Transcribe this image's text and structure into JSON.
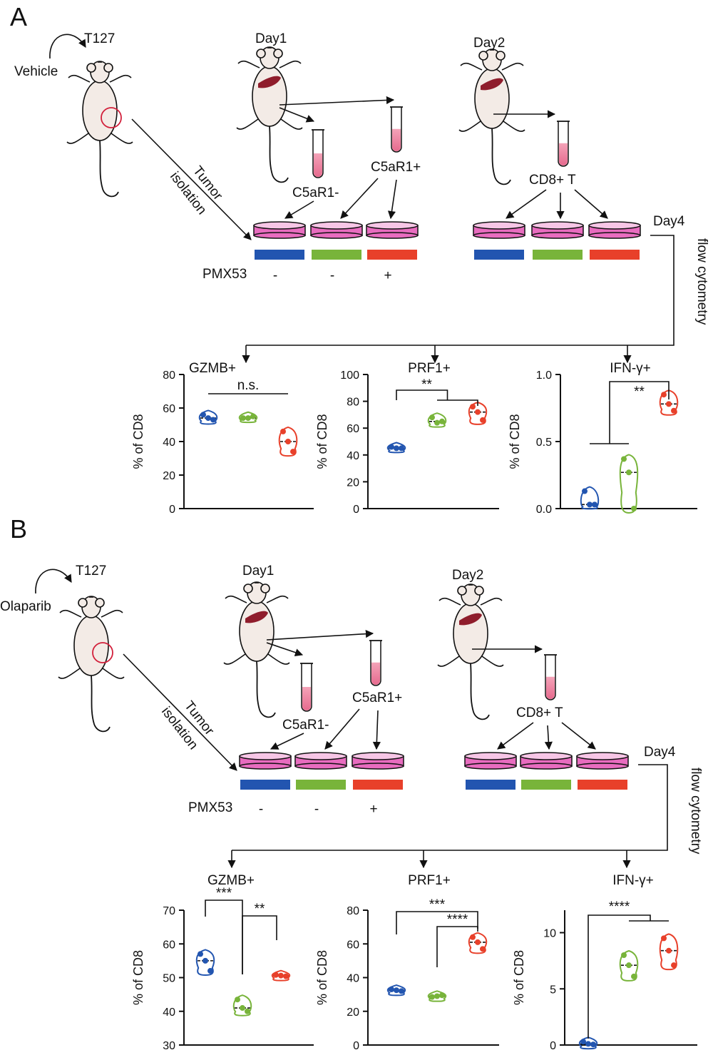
{
  "colors": {
    "blue": "#2255b0",
    "green": "#78b43a",
    "red": "#e8402a",
    "dish": "#e86cbf",
    "mouse": "#f3ebe6"
  },
  "panels": [
    {
      "letter": "A",
      "treatment": "Vehicle",
      "model": "T127",
      "day1": "Day1",
      "day2": "Day2",
      "day4": "Day4",
      "tumor": "Tumor",
      "isolation": "isolation",
      "neg": "C5aR1-",
      "pos": "C5aR1+",
      "cd8": "CD8+ T",
      "drug": "PMX53",
      "drug_states": [
        "-",
        "-",
        "+"
      ],
      "flow": "flow cytometry"
    },
    {
      "letter": "B",
      "treatment": "Olaparib",
      "model": "T127",
      "day1": "Day1",
      "day2": "Day2",
      "day4": "Day4",
      "tumor": "Tumor",
      "isolation": "isolation",
      "neg": "C5aR1-",
      "pos": "C5aR1+",
      "cd8": "CD8+ T",
      "drug": "PMX53",
      "drug_states": [
        "-",
        "-",
        "+"
      ],
      "flow": "flow cytometry"
    }
  ],
  "chart_data": [
    {
      "type": "scatter",
      "title": "GZMB+",
      "ylabel": "% of CD8",
      "ylim": [
        0,
        80
      ],
      "yticks": [
        0,
        20,
        40,
        60,
        80
      ],
      "yticklabels": [
        "0",
        "20",
        "40",
        "60",
        "80"
      ],
      "groups": [
        [
          56,
          54,
          53
        ],
        [
          54,
          54,
          55
        ],
        [
          46,
          40,
          34
        ]
      ],
      "annotations": [
        "n.s."
      ]
    },
    {
      "type": "scatter",
      "title": "PRF1+",
      "ylabel": "% of CD8",
      "ylim": [
        0,
        100
      ],
      "yticks": [
        0,
        20,
        40,
        60,
        80,
        100
      ],
      "yticklabels": [
        "0",
        "20",
        "40",
        "60",
        "80",
        "100"
      ],
      "groups": [
        [
          46,
          45,
          45
        ],
        [
          68,
          64,
          65
        ],
        [
          76,
          72,
          66
        ]
      ],
      "annotations": [
        "**"
      ]
    },
    {
      "type": "scatter",
      "title": "IFN-γ+",
      "ylabel": "% of CD8",
      "ylim": [
        0,
        1.0
      ],
      "yticks": [
        0,
        0.5,
        1.0
      ],
      "yticklabels": [
        "0.0",
        "0.5",
        "1.0"
      ],
      "groups": [
        [
          0.13,
          0.03,
          0.03
        ],
        [
          0.37,
          0.27,
          0.0
        ],
        [
          0.85,
          0.78,
          0.73
        ]
      ],
      "annotations": [
        "**"
      ]
    },
    {
      "type": "scatter",
      "title": "GZMB+",
      "ylabel": "% of CD8",
      "ylim": [
        30,
        70
      ],
      "yticks": [
        30,
        40,
        50,
        60,
        70
      ],
      "yticklabels": [
        "30",
        "40",
        "50",
        "60",
        "70"
      ],
      "groups": [
        [
          57,
          55,
          52
        ],
        [
          43.5,
          41,
          40
        ],
        [
          50.8,
          50.6,
          50.4
        ]
      ],
      "annotations": [
        "***",
        "**"
      ]
    },
    {
      "type": "scatter",
      "title": "PRF1+",
      "ylabel": "% of CD8",
      "ylim": [
        0,
        80
      ],
      "yticks": [
        0,
        20,
        40,
        60,
        80
      ],
      "yticklabels": [
        "0",
        "20",
        "40",
        "60",
        "80"
      ],
      "groups": [
        [
          33,
          32.5,
          32
        ],
        [
          28.5,
          29,
          29.5
        ],
        [
          64,
          61,
          57
        ]
      ],
      "annotations": [
        "***",
        "****"
      ]
    },
    {
      "type": "scatter",
      "title": "IFN-γ+",
      "ylabel": "% of CD8",
      "ylim": [
        0,
        12
      ],
      "yticks": [
        0,
        5,
        10
      ],
      "yticklabels": [
        "0",
        "5",
        "10"
      ],
      "groups": [
        [
          0.3,
          0.1,
          0.05
        ],
        [
          8.0,
          7.1,
          6.1
        ],
        [
          9.5,
          8.4,
          7.1
        ]
      ],
      "annotations": [
        "****"
      ]
    }
  ]
}
